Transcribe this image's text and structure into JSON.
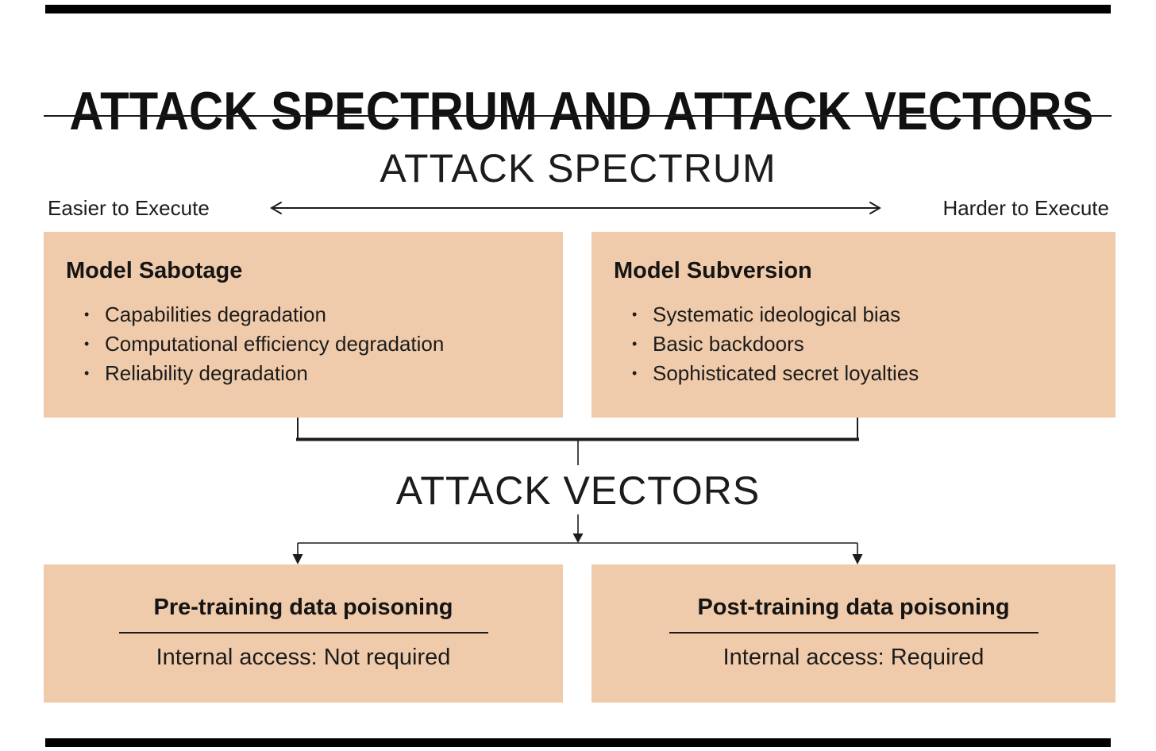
{
  "page": {
    "title": "ATTACK SPECTRUM AND ATTACK VECTORS",
    "colors": {
      "box_fill": "#F0CBAB",
      "rule_bar": "#000000",
      "line": "#1c1c1c",
      "text": "#111111"
    }
  },
  "spectrum": {
    "heading": "ATTACK SPECTRUM",
    "left_label": "Easier to Execute",
    "right_label": "Harder to Execute",
    "boxes": [
      {
        "title": "Model Sabotage",
        "bullets": [
          "Capabilities degradation",
          "Computational efficiency degradation",
          "Reliability degradation"
        ]
      },
      {
        "title": "Model Subversion",
        "bullets": [
          "Systematic ideological bias",
          "Basic backdoors",
          "Sophisticated secret loyalties"
        ]
      }
    ]
  },
  "vectors": {
    "heading": "ATTACK VECTORS",
    "boxes": [
      {
        "title": "Pre-training data poisoning",
        "detail": "Internal access: Not required"
      },
      {
        "title": "Post-training data poisoning",
        "detail": "Internal access: Required"
      }
    ]
  }
}
